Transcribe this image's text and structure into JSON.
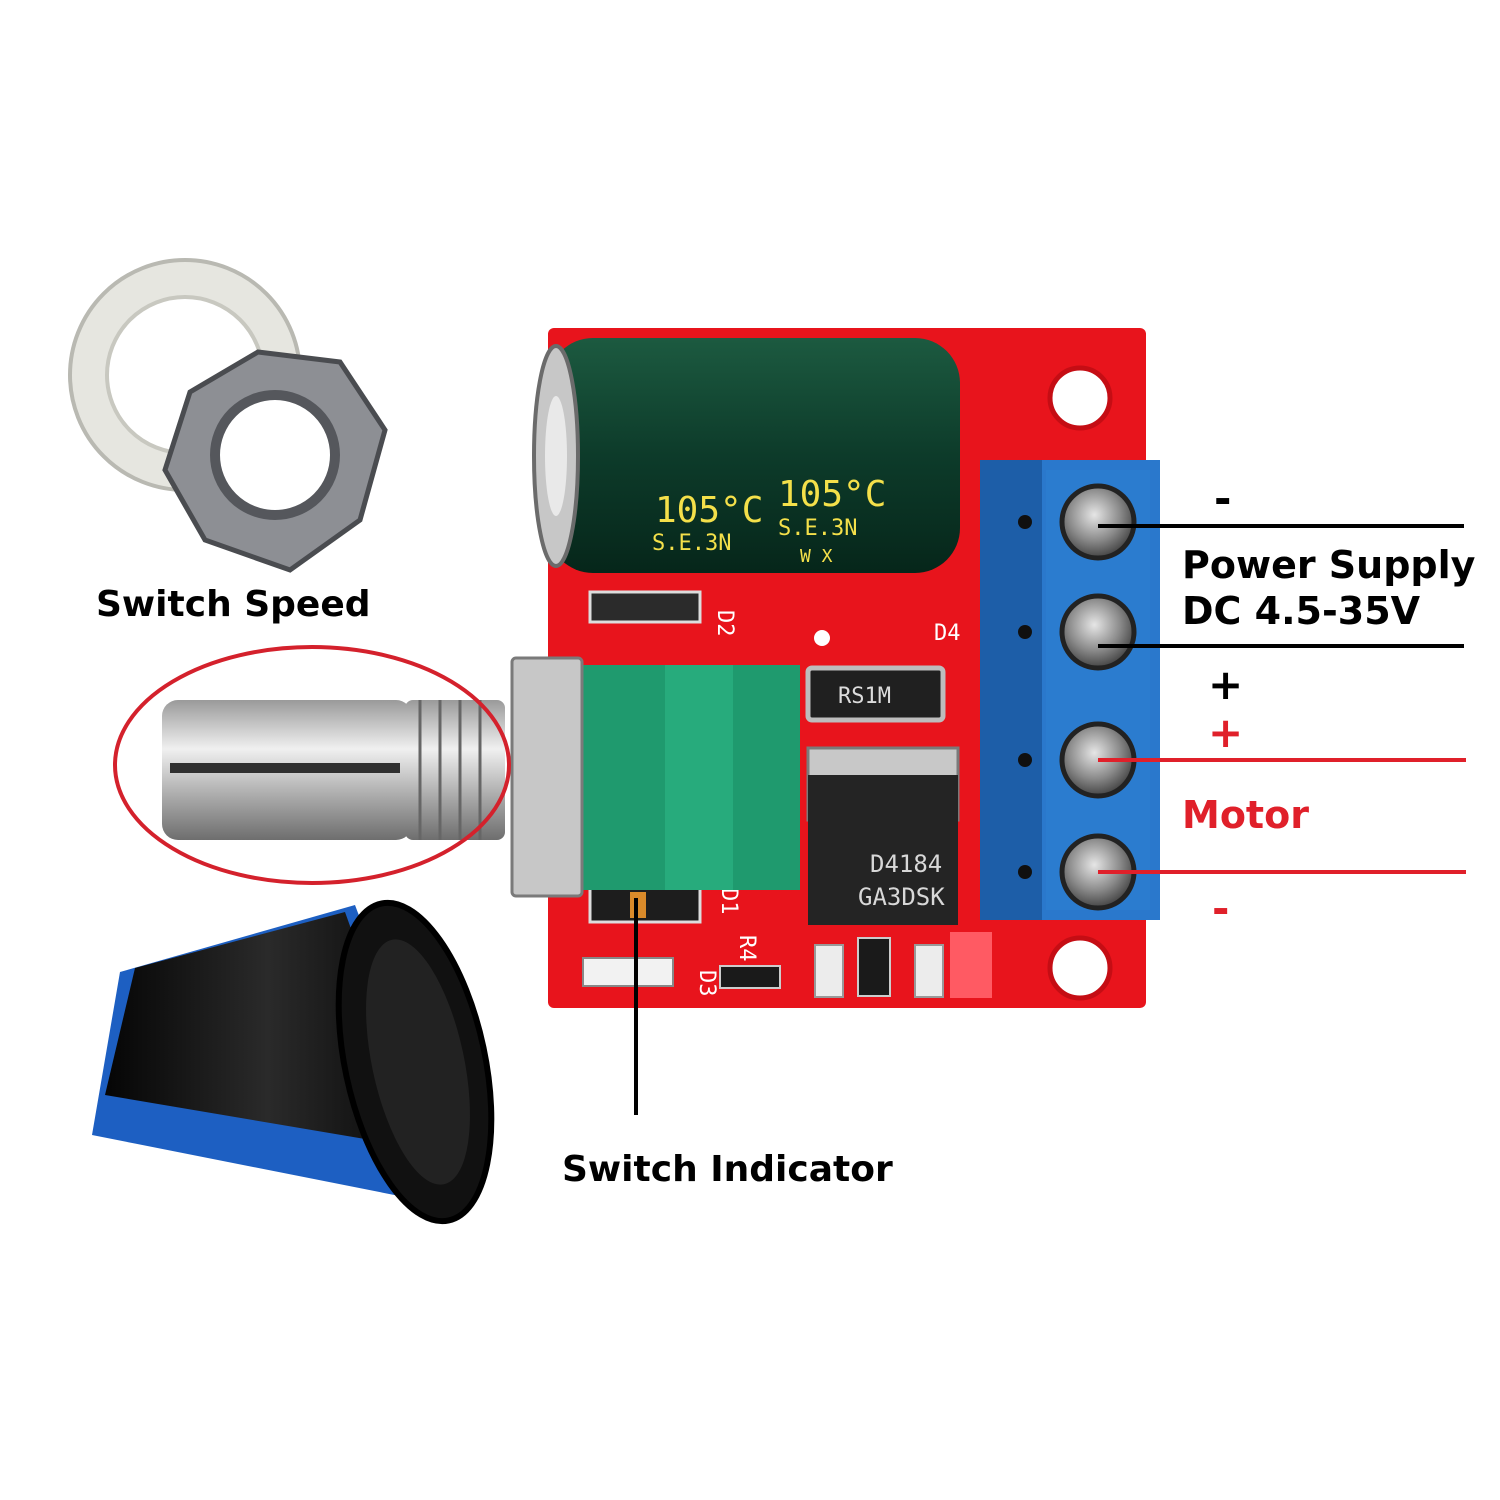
{
  "labels": {
    "switch_speed": "Switch Speed",
    "switch_indicator": "Switch Indicator",
    "power_supply_line1": "Power Supply",
    "power_supply_line2": "DC 4.5-35V",
    "power_minus": "-",
    "power_plus": "+",
    "motor_plus": "+",
    "motor": "Motor",
    "motor_minus": "-"
  },
  "component_markings": {
    "capacitor_temp_1": "105°C",
    "capacitor_temp_2": "105°C",
    "capacitor_code_1": "S.E.3N",
    "capacitor_code_2": "S.E.3N",
    "capacitor_wx": "W X",
    "diode_marking": "RS1M",
    "mosfet_line1": "D4184",
    "mosfet_line2": "GA3DSK",
    "silk_d2": "D2",
    "silk_d4": "D4",
    "silk_d1": "D1",
    "silk_r4": "R4",
    "silk_d3": "D3"
  },
  "colors": {
    "pcb": "#e8141c",
    "terminal_block": "#1f6fc4",
    "capacitor": "#0d3b2a",
    "potentiometer": "#1f9a6e",
    "label_red": "#e0202a",
    "knob_black": "#111111",
    "knob_blue": "#1d5fc2"
  }
}
